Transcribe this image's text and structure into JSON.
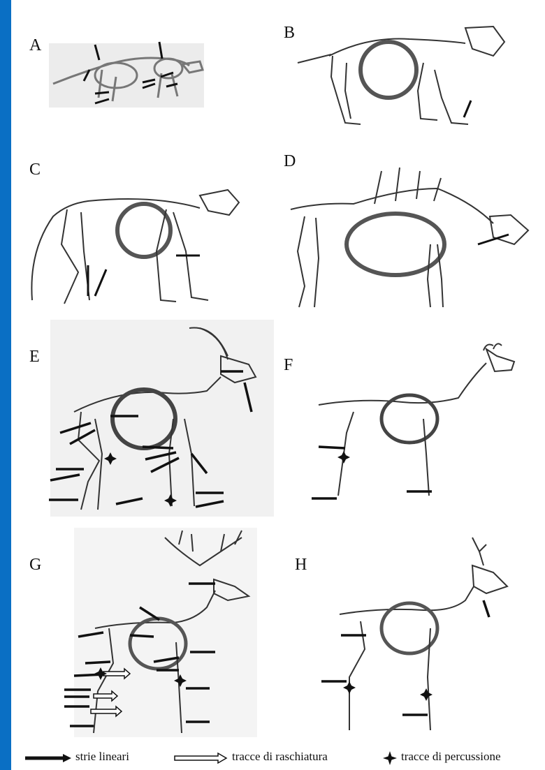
{
  "panels": [
    {
      "id": "A",
      "label": "A"
    },
    {
      "id": "B",
      "label": "B"
    },
    {
      "id": "C",
      "label": "C"
    },
    {
      "id": "D",
      "label": "D"
    },
    {
      "id": "E",
      "label": "E"
    },
    {
      "id": "F",
      "label": "F"
    },
    {
      "id": "G",
      "label": "G"
    },
    {
      "id": "H",
      "label": "H"
    }
  ],
  "legend": {
    "linear_striae": "strie lineari",
    "scraping_traces": "tracce di raschiatura",
    "percussion_traces": "tracce di percussione"
  },
  "colors": {
    "border": "#0a6fc4",
    "ink": "#111111",
    "background": "#ffffff"
  }
}
